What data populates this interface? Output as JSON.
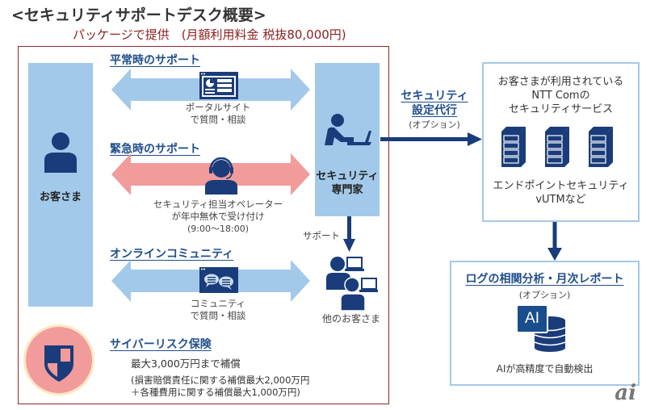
{
  "header": {
    "title": "<セキュリティサポートデスク概要>",
    "subtitle": "パッケージで提供　(月額利用料金 税抜80,000円)"
  },
  "customer": {
    "label": "お客さま",
    "icon": "person-icon"
  },
  "expert": {
    "label_line1": "セキュリティ",
    "label_line2": "専門家",
    "icon": "person-laptop-icon"
  },
  "normal_support": {
    "heading": "平常時のサポート",
    "icon": "portal-window-icon",
    "caption_line1": "ポータルサイト",
    "caption_line2": "で質問・相談"
  },
  "emergency_support": {
    "heading": "緊急時のサポート",
    "icon": "operator-headset-icon",
    "caption_line1": "セキュリティ担当オペレーター",
    "caption_line2": "が年中無休で受け付け",
    "caption_line3": "(9:00～18:00)"
  },
  "community": {
    "heading": "オンラインコミュニティ",
    "icon": "chat-window-icon",
    "caption_line1": "コミュニティ",
    "caption_line2": "で質問・相談"
  },
  "other_customers": {
    "support_label": "サポート",
    "label": "他のお客さま",
    "icon": "people-laptop-icon"
  },
  "insurance": {
    "heading": "サイバーリスク保険",
    "icon": "shield-icon",
    "line1": "最大3,000万円まで補償",
    "line2": "(損害賠償責任に関する補償最大2,000万円",
    "line3": "＋各種費用に関する補償最大1,000万円)"
  },
  "config_agent": {
    "heading_line1": "セキュリティ",
    "heading_line2": "設定代行",
    "option": "(オプション)"
  },
  "services": {
    "line1": "お客さまが利用されている",
    "line2": "NTT Comの",
    "line3": "セキュリティサービス",
    "icon": "server-icon",
    "line4": "エンドポイントセキュリティ",
    "line5": "vUTMなど"
  },
  "log_analysis": {
    "heading": "ログの相関分析・月次レポート",
    "option": "(オプション)",
    "ai_badge": "AI",
    "icon": "database-icon",
    "caption": "AIが高精度で自動検出"
  },
  "watermark": "ai",
  "colors": {
    "navy": "#1a3c7a",
    "light_blue": "#a3c9ea",
    "pink": "#f19b9b",
    "frame_red": "#8b2a2a"
  }
}
